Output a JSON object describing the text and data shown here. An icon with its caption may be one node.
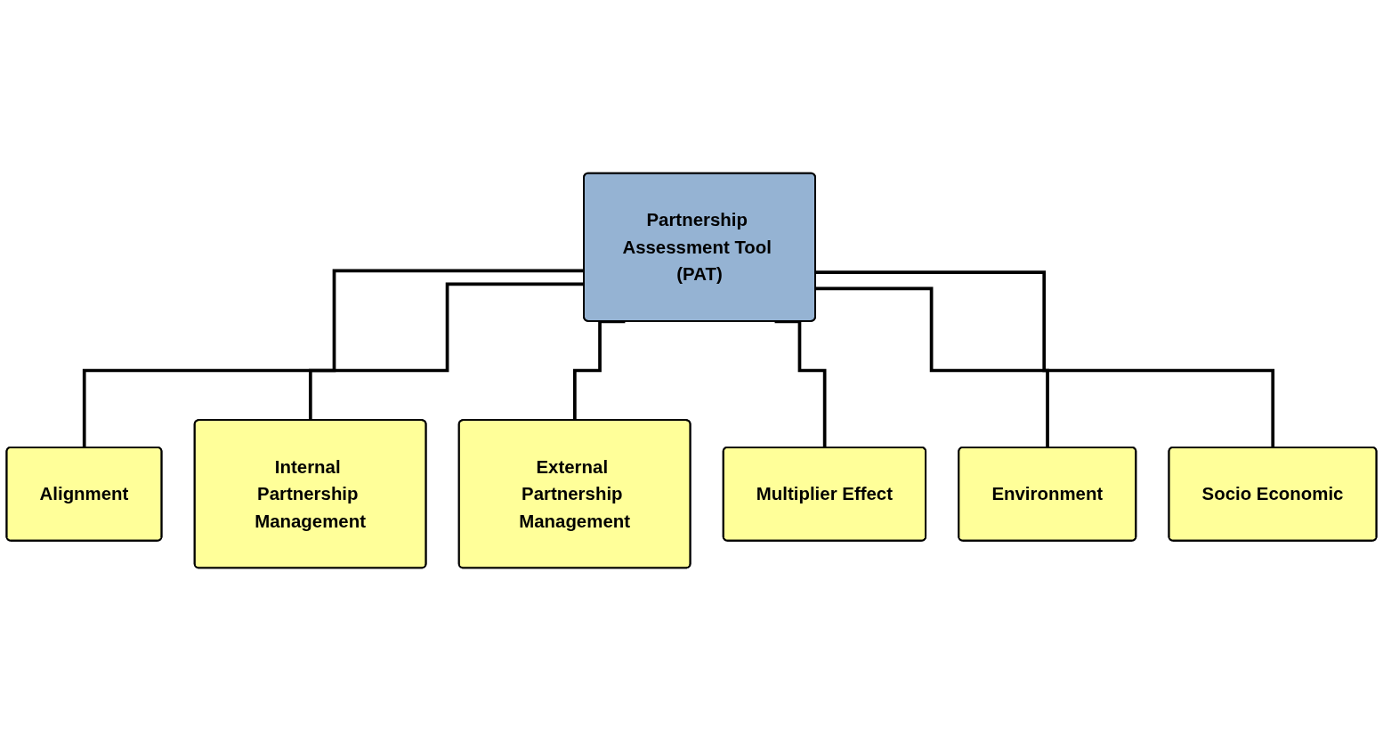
{
  "diagram": {
    "nodes": [
      {
        "text": [
          "Partnership Assessment Tool (PAT)"
        ]
      },
      {
        "text": [
          "Alignment"
        ]
      },
      {
        "text": [
          "Internal Partnership Management"
        ]
      },
      {
        "text": [
          "External Partnership Management"
        ]
      },
      {
        "text": [
          "Multiplier Effect"
        ]
      },
      {
        "text": [
          "Environment"
        ]
      },
      {
        "text": [
          "Socio Economic"
        ]
      }
    ],
    "edges": [
      {
        "from": 0,
        "to": 1,
        "arrow": "none"
      },
      {
        "from": 0,
        "to": 2,
        "arrow": "none"
      },
      {
        "from": 0,
        "to": 3,
        "arrow": "none"
      },
      {
        "from": 0,
        "to": 4,
        "arrow": "none"
      },
      {
        "from": 0,
        "to": 5,
        "arrow": "none"
      },
      {
        "from": 0,
        "to": 6,
        "arrow": "none"
      }
    ]
  }
}
